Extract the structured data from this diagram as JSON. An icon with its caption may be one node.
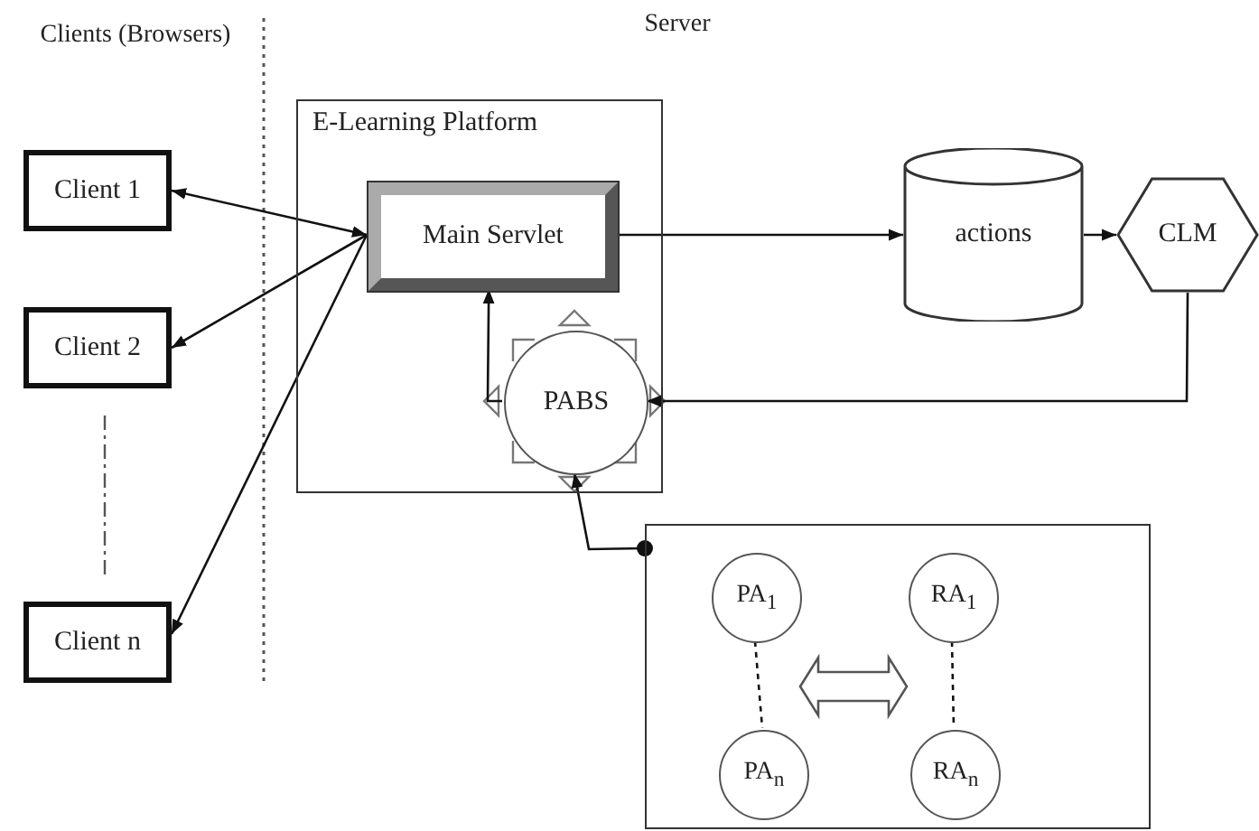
{
  "diagram": {
    "nodes": [
      {
        "text": [
          "Client 1"
        ]
      },
      {
        "text": [
          "Client 2"
        ]
      },
      {
        "text": [
          "Client n"
        ]
      },
      {
        "text": [
          "E-Learning Platform"
        ]
      },
      {
        "text": [
          "Main Servlet"
        ],
        "in": 3
      },
      {
        "text": [
          "PABS"
        ],
        "in": 3
      },
      {
        "text": [
          "actions"
        ]
      },
      {
        "text": [
          "CLM"
        ]
      },
      {
        "text": [],
        "shape": "box"
      },
      {
        "text": [
          "PA$_{1}$"
        ],
        "in": 8
      },
      {
        "text": [
          "RA$_{1}$"
        ],
        "in": 8
      },
      {
        "text": [
          "PA$_{n}$"
        ],
        "in": 8
      },
      {
        "text": [
          "RA$_{n}$"
        ],
        "in": 8
      }
    ],
    "edges": [
      {
        "from": 0,
        "to": 4,
        "arrow": "both"
      },
      {
        "from": 4,
        "to": 1,
        "arrow": "to"
      },
      {
        "from": 4,
        "to": 2,
        "arrow": "to"
      },
      {
        "from": 4,
        "to": 6,
        "arrow": "to"
      },
      {
        "from": 6,
        "to": 7,
        "arrow": "to"
      },
      {
        "from": 7,
        "to": 5,
        "arrow": "to"
      },
      {
        "from": 5,
        "to": 4,
        "arrow": "to"
      },
      {
        "from": 8,
        "to": 5,
        "arrow": "to"
      },
      {
        "from": 9,
        "to": 10,
        "arrow": "both"
      },
      {
        "from": 9,
        "to": 11,
        "arrow": "none",
        "style": "dashed"
      },
      {
        "from": 10,
        "to": 12,
        "arrow": "none",
        "style": "dashed"
      }
    ],
    "labels": [
      "Clients (Browsers)",
      "Server"
    ]
  }
}
